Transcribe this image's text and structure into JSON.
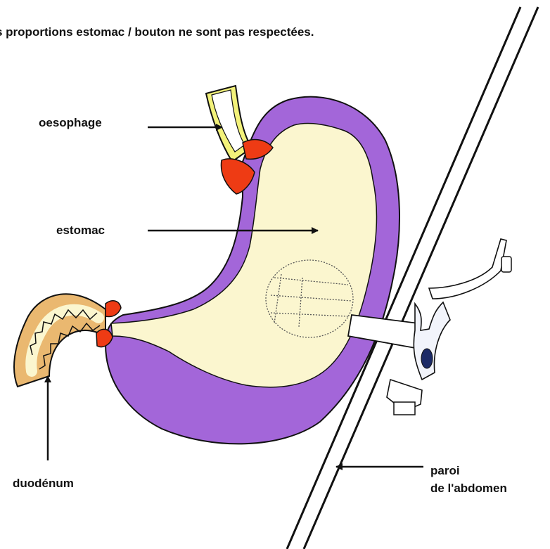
{
  "caption": "s proportions estomac / bouton ne sont pas respectées.",
  "labels": {
    "oesophage": "oesophage",
    "estomac": "estomac",
    "duodenum": "duodénum",
    "paroi_line1": "paroi",
    "paroi_line2": "de l'abdomen"
  },
  "colors": {
    "stomach_wall": "#a366d9",
    "stomach_inner": "#fbf6cf",
    "oesophagus": "#f3f27a",
    "sphincter": "#ee3b14",
    "duodenum": "#eab870",
    "outline": "#111111"
  }
}
